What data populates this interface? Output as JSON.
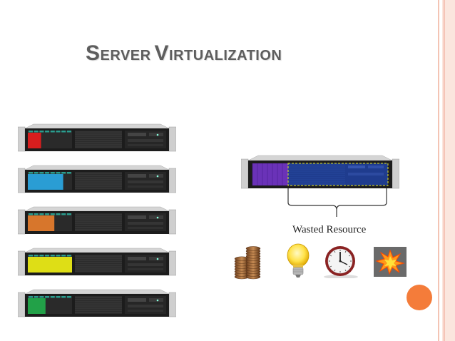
{
  "slide": {
    "title_word1_cap": "S",
    "title_word1_rest": "ERVER",
    "title_word2_cap": "V",
    "title_word2_rest": "IRTUALIZATION",
    "wasted_label": "Wasted Resource"
  },
  "servers": [
    {
      "usage_color": "#e01e1e",
      "usage_fraction": 0.3
    },
    {
      "usage_color": "#2aa3dd",
      "usage_fraction": 0.8
    },
    {
      "usage_color": "#e07a2c",
      "usage_fraction": 0.6
    },
    {
      "usage_color": "#e8e815",
      "usage_fraction": 1.0
    },
    {
      "usage_color": "#22a84a",
      "usage_fraction": 0.4
    }
  ],
  "consolidated_server": {
    "usage_color": "#6a32b8",
    "wasted_color": "#1f3c8e"
  },
  "icons": [
    "coins-icon",
    "lightbulb-icon",
    "clock-icon",
    "explosion-icon"
  ],
  "colors": {
    "accent": "#f47c3a",
    "border": "#f2b8a8",
    "title": "#5e5e5e"
  }
}
